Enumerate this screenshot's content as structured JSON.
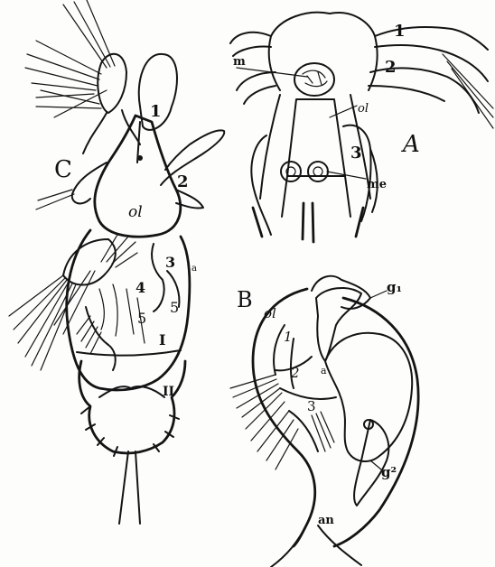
{
  "figure": {
    "panel_labels": {
      "A": "A",
      "B": "B",
      "C": "C"
    },
    "panel_A_labels": {
      "m": "m",
      "ol": "ol",
      "me": "me",
      "n1": "1",
      "n2": "2",
      "n3": "3"
    },
    "panel_B_labels": {
      "g1": "g₁",
      "g2": "g²",
      "an": "an",
      "ol": "ol",
      "n1": "1",
      "n2": "2",
      "n3": "3",
      "a": "a"
    },
    "panel_C_labels": {
      "n1": "1",
      "n2": "2",
      "n3": "3",
      "n4": "4",
      "n5a": "5",
      "n5b": "5",
      "ol": "ol",
      "I": "I",
      "II": "II",
      "a": "a"
    },
    "colors": {
      "ink": "#141414",
      "paper": "#fdfdfb",
      "stipple": "#9a9a9a"
    }
  }
}
